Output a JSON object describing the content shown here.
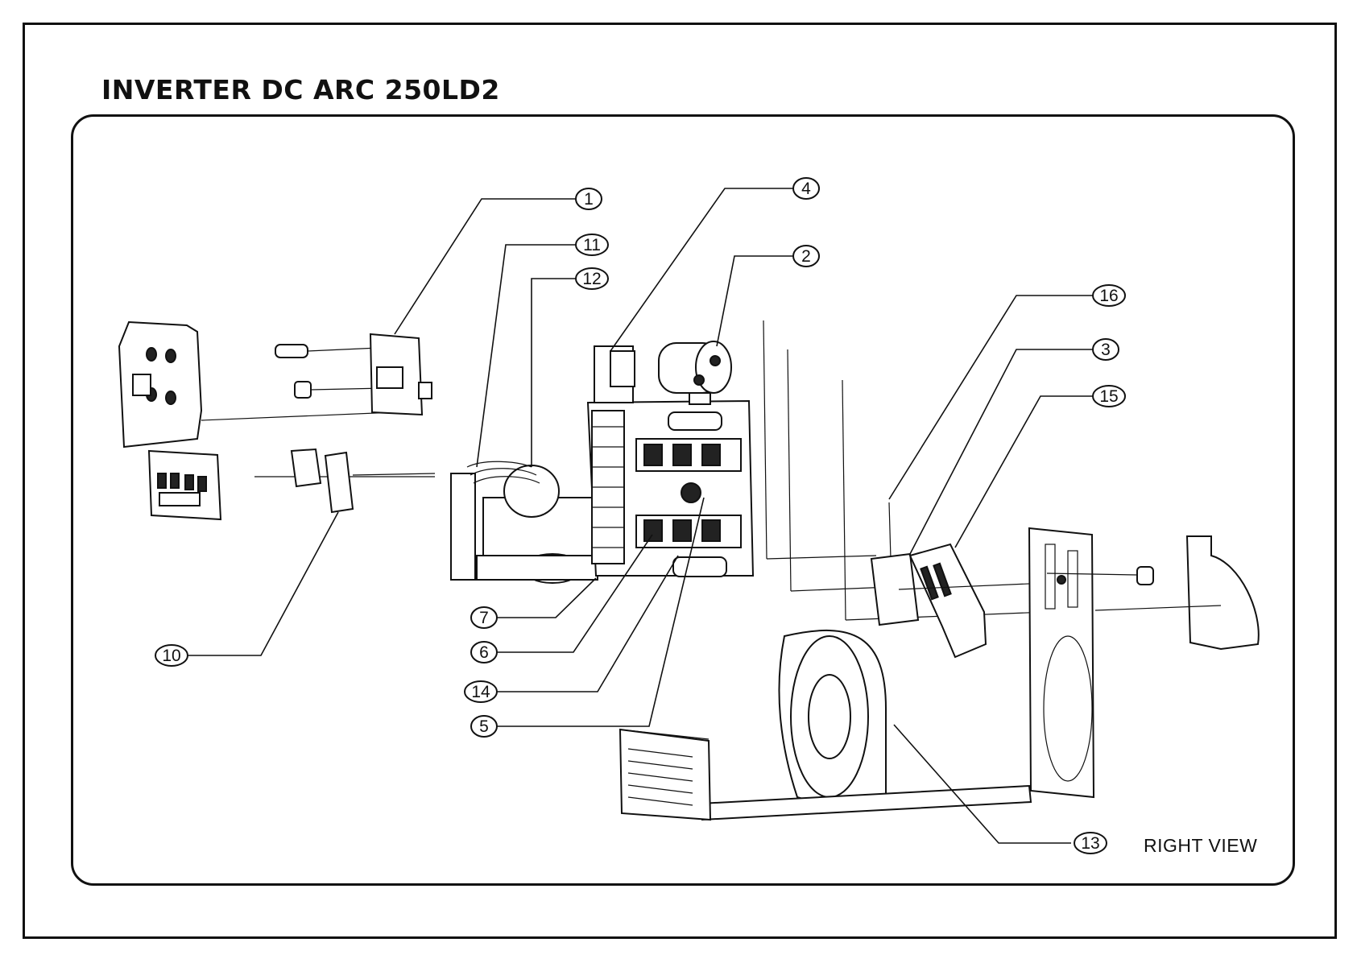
{
  "title": "INVERTER DC ARC 250LD2",
  "view_label": "RIGHT VIEW",
  "callouts": [
    "1",
    "2",
    "3",
    "4",
    "5",
    "6",
    "7",
    "10",
    "11",
    "12",
    "13",
    "14",
    "15",
    "16"
  ]
}
